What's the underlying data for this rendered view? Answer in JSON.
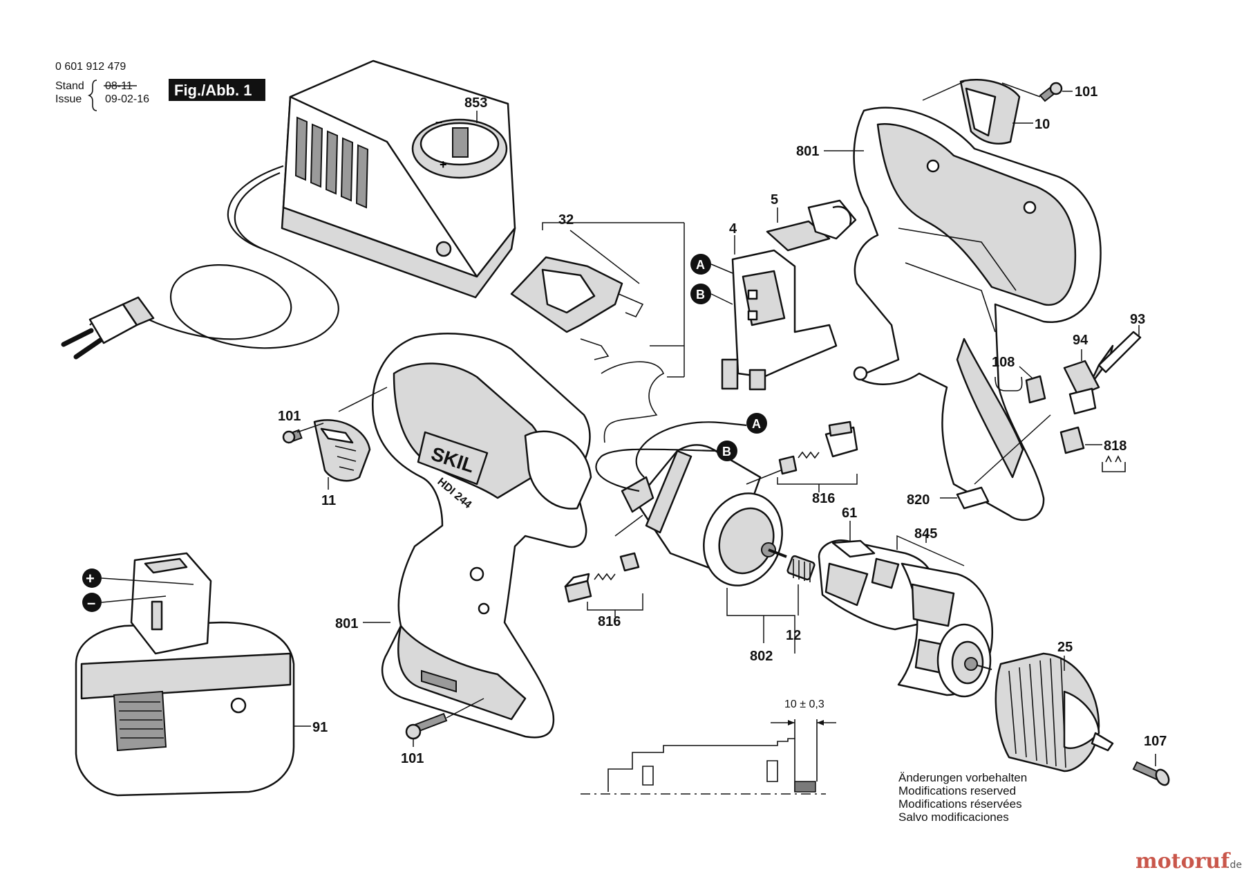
{
  "header": {
    "part_number": "0 601 912 479",
    "stand_label": "Stand",
    "issue_label": "Issue",
    "stand_date": "08-11",
    "issue_date": "09-02-16",
    "figure_label": "Fig./Abb. 1"
  },
  "tool_branding": {
    "brand": "SKIL",
    "model": "HDI 244"
  },
  "part_labels": {
    "p853": "853",
    "p101_top": "101",
    "p10": "10",
    "p801_top": "801",
    "p5": "5",
    "p4": "4",
    "p32": "32",
    "p93": "93",
    "p94": "94",
    "p108": "108",
    "p818": "818",
    "p820": "820",
    "p101_left": "101",
    "p11": "11",
    "p816_right": "816",
    "p61": "61",
    "p845": "845",
    "p816_left": "816",
    "p801_left": "801",
    "p12": "12",
    "p802": "802",
    "p25": "25",
    "p91": "91",
    "p101_bottom": "101",
    "p107": "107"
  },
  "connectors": {
    "a": "A",
    "b": "B",
    "plus": "+",
    "minus": "–"
  },
  "dimension": "10 ± 0,3",
  "notes": [
    "Änderungen vorbehalten",
    "Modifications reserved",
    "Modifications réservées",
    "Salvo modificaciones"
  ],
  "watermark": {
    "text": "motoruf",
    "suffix": ".de"
  }
}
